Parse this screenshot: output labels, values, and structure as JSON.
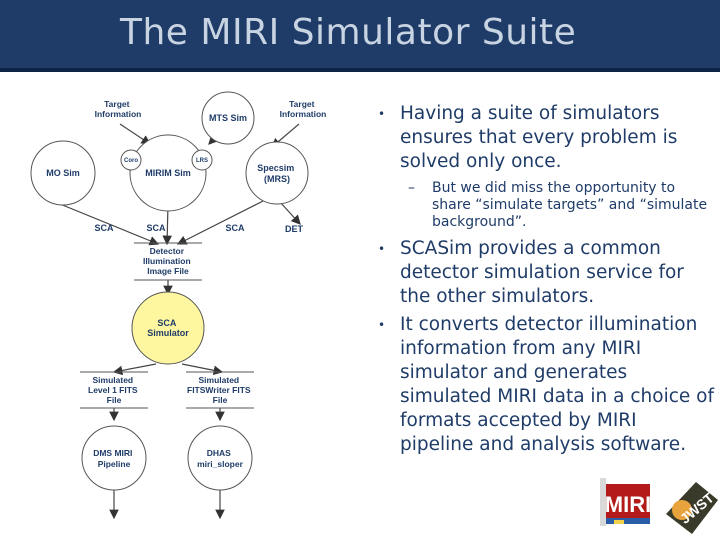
{
  "title": "The MIRI Simulator Suite",
  "diagram": {
    "target_info_left": [
      "Target",
      "Information"
    ],
    "target_info_right": [
      "Target",
      "Information"
    ],
    "mts_sim": "MTS Sim",
    "mo_sim": "MO Sim",
    "mirim_sim": "MIRIM Sim",
    "coro": "Coro",
    "lrs": "LRS",
    "specsim": [
      "Specsim",
      "(MRS)"
    ],
    "sca_1": "SCA",
    "sca_2": "SCA",
    "sca_3": "SCA",
    "det": "DET",
    "detector_file": [
      "Detector",
      "Illumination",
      "Image File"
    ],
    "sca_simulator": [
      "SCA",
      "Simulator"
    ],
    "level1_fits": [
      "Simulated",
      "Level 1 FITS",
      "File"
    ],
    "fitswriter_fits": [
      "Simulated",
      "FITSWriter FITS",
      "File"
    ],
    "dms_miri": [
      "DMS MIRI",
      "Pipeline"
    ],
    "dhas": [
      "DHAS",
      "miri_sloper"
    ]
  },
  "bullets": [
    {
      "level": 1,
      "text": "Having a suite of simulators ensures that every problem is solved only once."
    },
    {
      "level": 2,
      "text": "But we did miss the opportunity to share “simulate targets” and “simulate background”."
    },
    {
      "level": 1,
      "text": "SCASim provides a common detector simulation service for the other simulators."
    },
    {
      "level": 1,
      "text": "It converts detector illumination information from any MIRI simulator and generates simulated MIRI data in a choice of formats accepted by MIRI pipeline and analysis software."
    }
  ],
  "logo": {
    "miri": "MIRI",
    "jwst": "JWST"
  },
  "colors": {
    "title_bar": "#1f3c68",
    "text": "#1f3c68",
    "sca_fill": "#fff7a0"
  }
}
